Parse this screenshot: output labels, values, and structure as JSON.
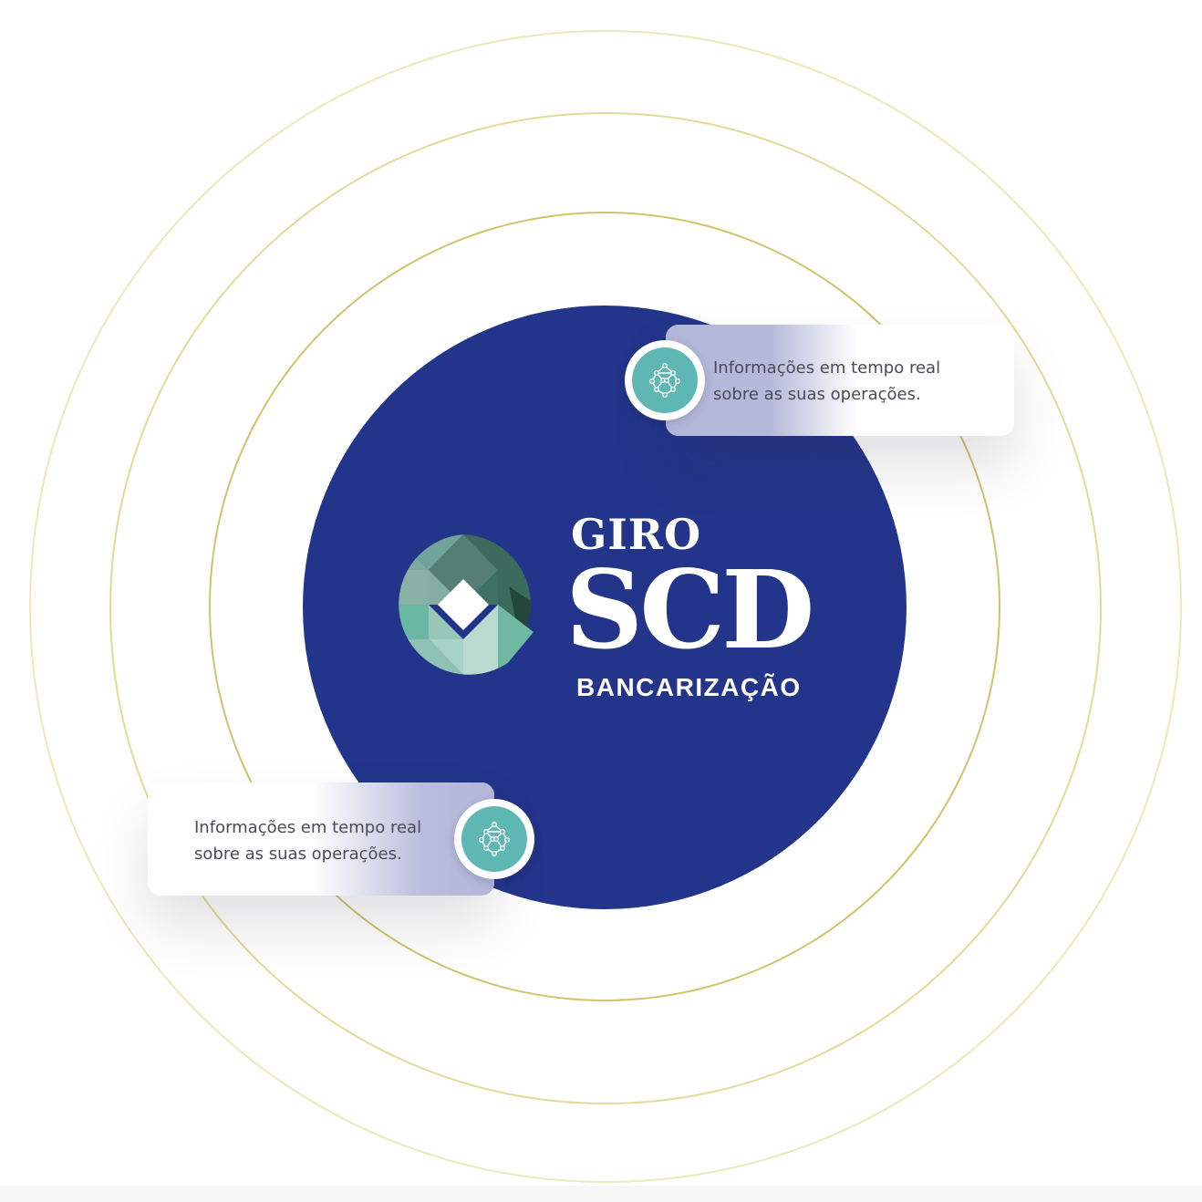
{
  "brand": {
    "line1": "GIRO",
    "line2": "SCD",
    "line3": "BANCARIZAÇÃO"
  },
  "callouts": [
    {
      "line1": "Informações em tempo real",
      "line2": "sobre as suas operações.",
      "icon": "network-icon"
    },
    {
      "line1": "Informações em tempo real",
      "line2": "sobre as suas operações.",
      "icon": "network-icon"
    }
  ],
  "colors": {
    "core": "#23358a",
    "ring": "#cdc56a",
    "badge": "#5fb7b4",
    "tint": "#b2b7d8",
    "text": "#4b4b55"
  }
}
